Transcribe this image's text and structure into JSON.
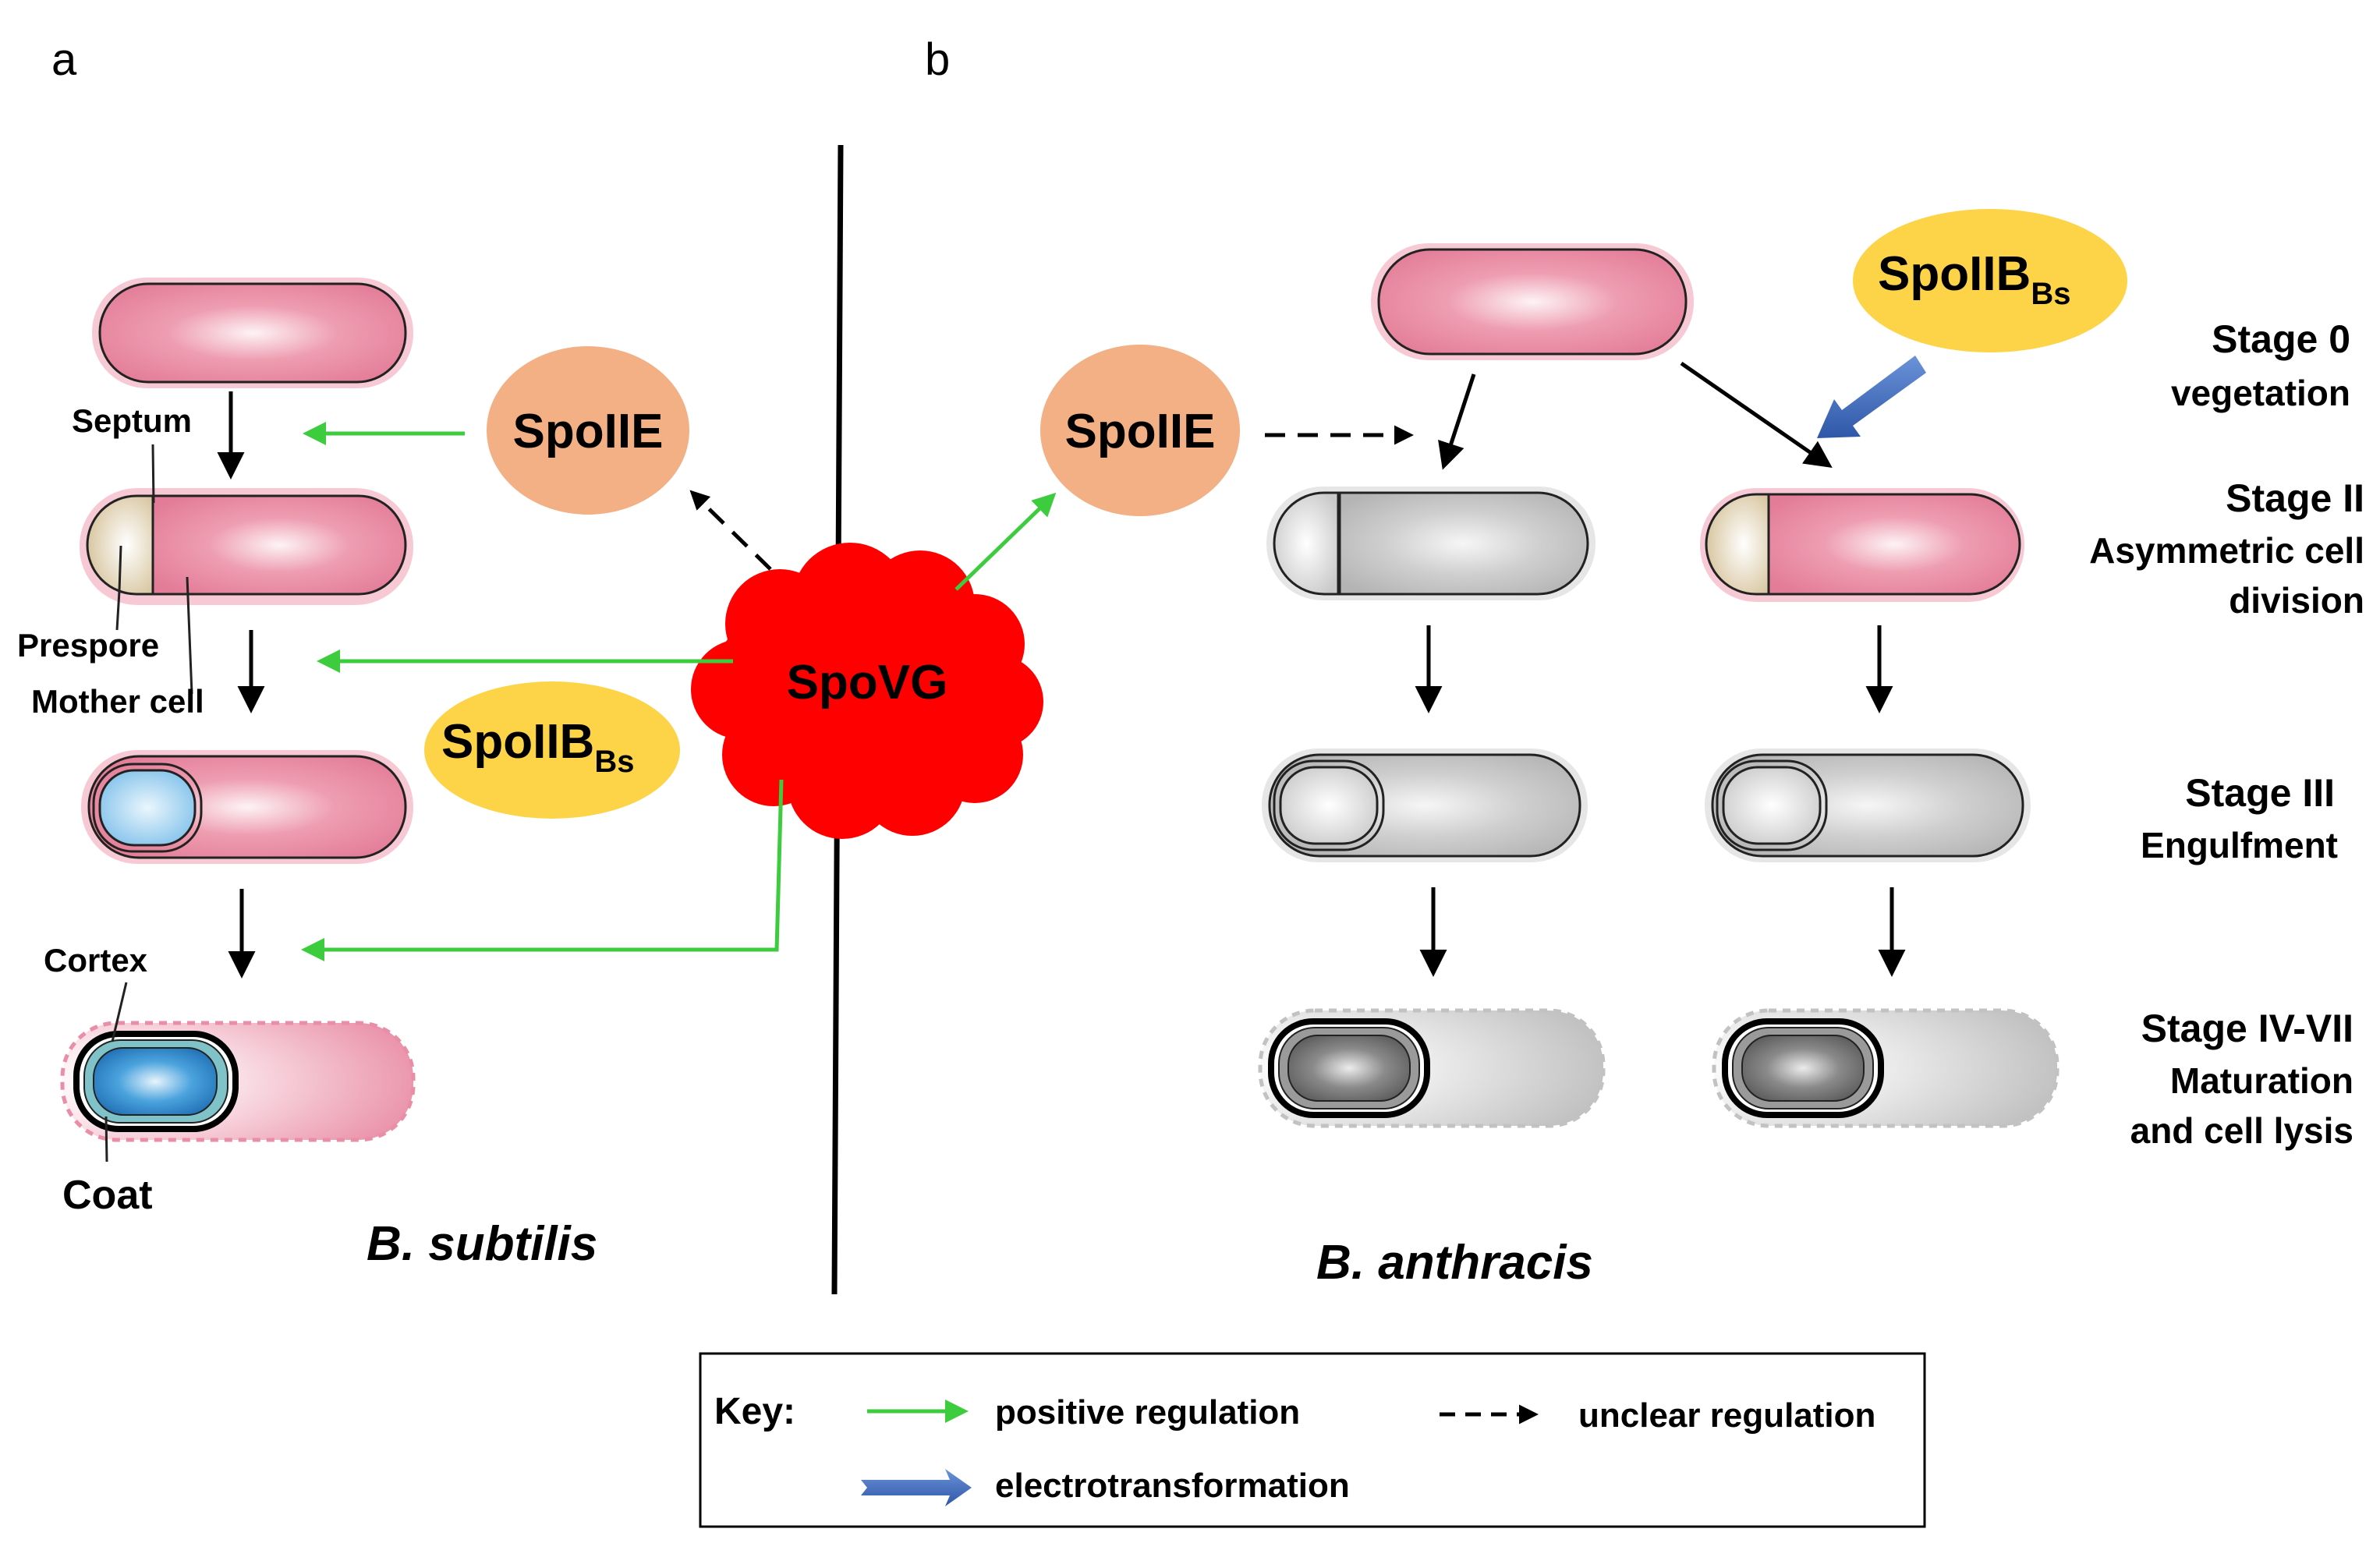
{
  "panels": {
    "a": "a",
    "b": "b"
  },
  "nodes": {
    "spoiie_a": "SpoIIE",
    "spoiie_b": "SpoIIE",
    "spovg": "SpoVG",
    "spoiib_main": "SpoIIB",
    "spoiib_sub": "Bs"
  },
  "labels": {
    "septum": "Septum",
    "prespore": "Prespore",
    "mother_cell": "Mother cell",
    "cortex": "Cortex",
    "coat": "Coat"
  },
  "species": {
    "a": "B. subtilis",
    "b": "B. anthracis"
  },
  "stages": [
    {
      "name": "Stage 0",
      "desc": [
        "vegetation"
      ]
    },
    {
      "name": "Stage II",
      "desc": [
        "Asymmetric cell",
        "division"
      ]
    },
    {
      "name": "Stage III",
      "desc": [
        "Engulfment"
      ]
    },
    {
      "name": "Stage IV-VII",
      "desc": [
        "Maturation",
        "and cell lysis"
      ]
    }
  ],
  "key": {
    "title": "Key:",
    "positive": "positive regulation",
    "unclear": "unclear regulation",
    "electro": "electrotransformation"
  },
  "colors": {
    "positive": "#3dcc3d",
    "electro": "#4a72c4",
    "spovg": "#ff0000",
    "spoiie": "#f2b084",
    "spoiib": "#fdd447",
    "mother_pink": "#e8829c",
    "prespore_tan": "#d8c6a0",
    "spore_blue": "#3f8fd0"
  }
}
